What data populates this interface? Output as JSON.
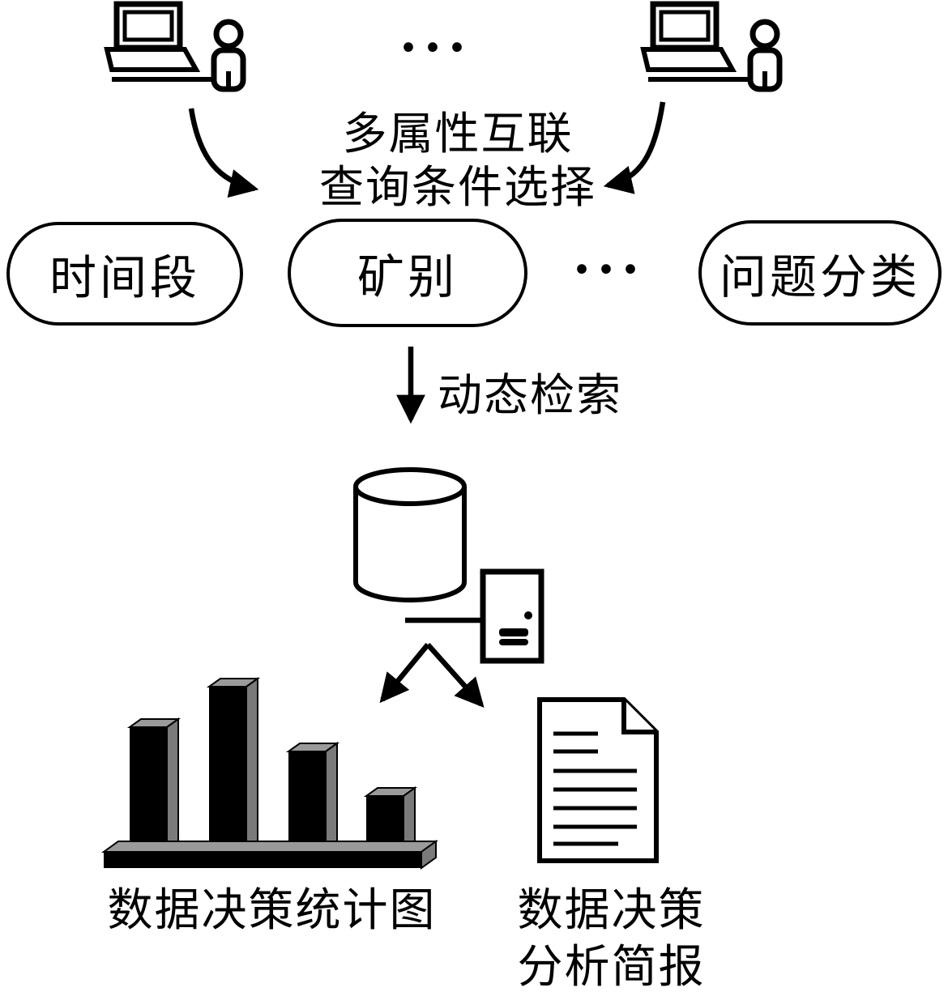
{
  "diagram": {
    "background": "#ffffff",
    "ink": "#000000",
    "bar_gray": "#8c8c8c",
    "ellipsis_top": "···",
    "center_label_line1": "多属性互联",
    "center_label_line2": "查询条件选择",
    "pills": [
      {
        "label": "时间段"
      },
      {
        "label": "矿别"
      },
      {
        "label": "问题分类"
      }
    ],
    "ellipsis_pills": "···",
    "retrieval_label": "动态检索",
    "chart_label": "数据决策统计图",
    "report_line1": "数据决策",
    "report_line2": "分析简报",
    "icons": {
      "user-workstation-icon": "laptop with person outline",
      "database-icon": "cylinder",
      "server-icon": "tower unit with indicator light and drive slots",
      "bar-chart-icon": "four 3D black bars on platform",
      "document-icon": "page with folded corner and text lines",
      "arrow": "black line with solid triangular head"
    }
  }
}
